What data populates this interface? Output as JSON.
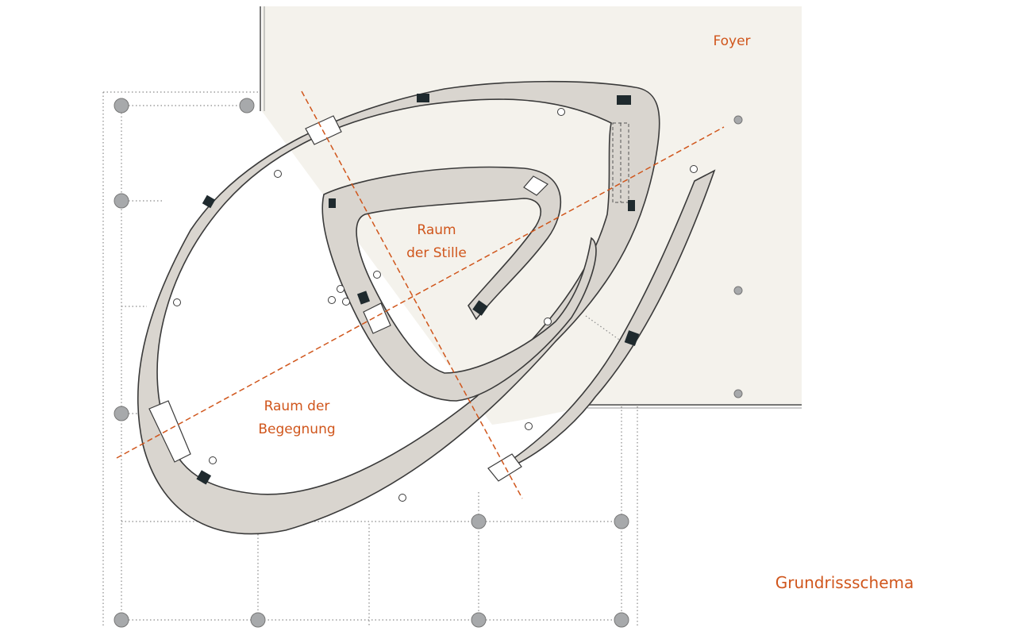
{
  "labels": {
    "foyer": "Foyer",
    "raum_stille_line1": "Raum",
    "raum_stille_line2": "der Stille",
    "raum_begegnung_line1": "Raum der",
    "raum_begegnung_line2": "Begegnung",
    "diagram_title": "Grundrissschema"
  },
  "colors": {
    "accent": "#d0561c",
    "wall_fill": "#d9d5cf",
    "wall_stroke": "#3a3a3a",
    "foyer_fill": "#f4f2ec",
    "grid_line": "#8a8a8a",
    "column_fill": "#a7a9ab",
    "post_fill": "#1f2a2e"
  }
}
